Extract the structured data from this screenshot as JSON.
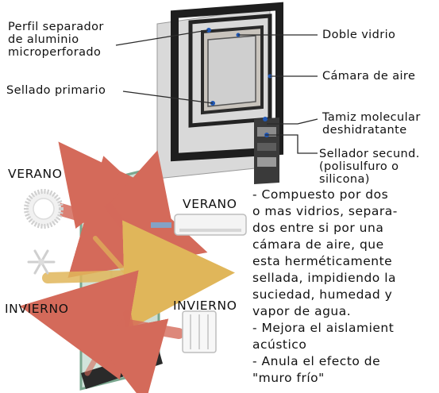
{
  "callouts": {
    "perfil": "Perfil separador\nde aluminio\nmicroperforado",
    "sellado_primario": "Sellado primario",
    "doble_vidrio": "Doble vidrio",
    "camara_aire": "Cámara de aire",
    "tamiz": "Tamiz molecular\ndeshidratante",
    "sellador_secund": "Sellador secund.\n(polisulfuro o\nsilicona)"
  },
  "seasons": {
    "verano_left": "VERANO",
    "invierno_left": "INVIERNO",
    "verano_right": "VERANO",
    "invierno_right": "INVIERNO"
  },
  "description": "- Compuesto por dos\no mas vidrios, separa-\ndos entre si por una\ncámara de aire, que\nesta herméticamente\nsellada, impidiendo la\nsuciedad, humedad y\nvapor de agua.\n- Mejora el aislamient\nacústico\n- Anula el efecto de\n\"muro frío\"",
  "colors": {
    "frame_dark": "#1e1e1e",
    "glass": "#c7d3cf",
    "arrow_red": "#d46a5a",
    "arrow_yellow": "#e0b65a",
    "seal_blue": "#1f57b5"
  },
  "icons": [
    "sun-icon",
    "snowflake-icon",
    "air-conditioner-icon",
    "radiator-icon"
  ]
}
